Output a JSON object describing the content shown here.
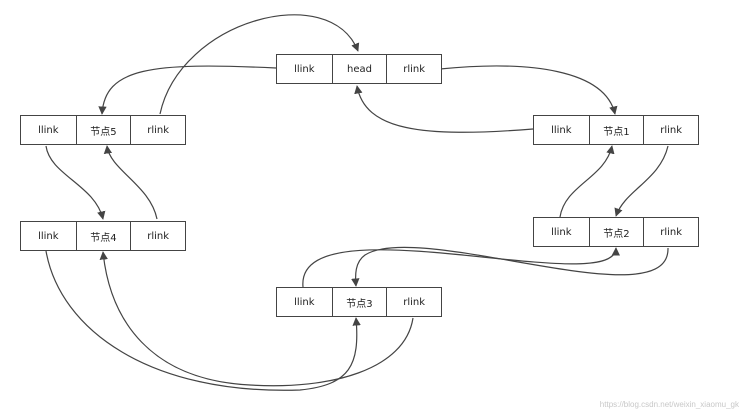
{
  "nodes": {
    "head": {
      "llink": "llink",
      "data": "head",
      "rlink": "rlink"
    },
    "node1": {
      "llink": "llink",
      "data": "节点1",
      "rlink": "rlink"
    },
    "node2": {
      "llink": "llink",
      "data": "节点2",
      "rlink": "rlink"
    },
    "node3": {
      "llink": "llink",
      "data": "节点3",
      "rlink": "rlink"
    },
    "node4": {
      "llink": "llink",
      "data": "节点4",
      "rlink": "rlink"
    },
    "node5": {
      "llink": "llink",
      "data": "节点5",
      "rlink": "rlink"
    }
  },
  "watermark": "https://blog.csdn.net/weixin_xiaomu_gk",
  "colors": {
    "line": "#444444",
    "border": "#444444",
    "text": "#222222"
  }
}
